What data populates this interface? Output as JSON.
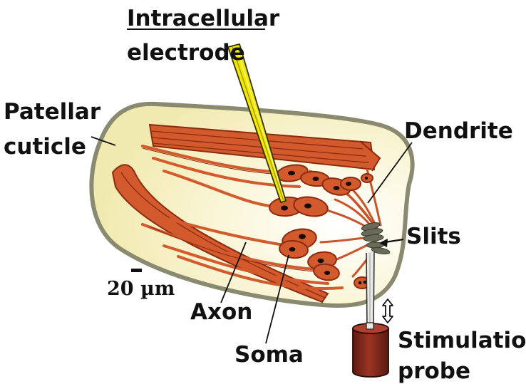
{
  "labels": {
    "electrode_line1": "Intracellular",
    "electrode_line2": "electrode",
    "cuticle_line1": "Patellar",
    "cuticle_line2": "cuticle",
    "dendrite": "Dendrite",
    "slits": "Slits",
    "scale_bar": "20 µm",
    "axon": "Axon",
    "soma": "Soma",
    "probe_line1": "Stimulation",
    "probe_line2": "probe"
  },
  "colors": {
    "cuticle_fill": "#f7f3c4",
    "cuticle_outline": "#8a8a70",
    "tissue": "#d25a2c",
    "tissue_outline": "#8c2a10",
    "electrode": "#f3e800",
    "probe": "#7a2418",
    "slits": "#6a6a58"
  }
}
